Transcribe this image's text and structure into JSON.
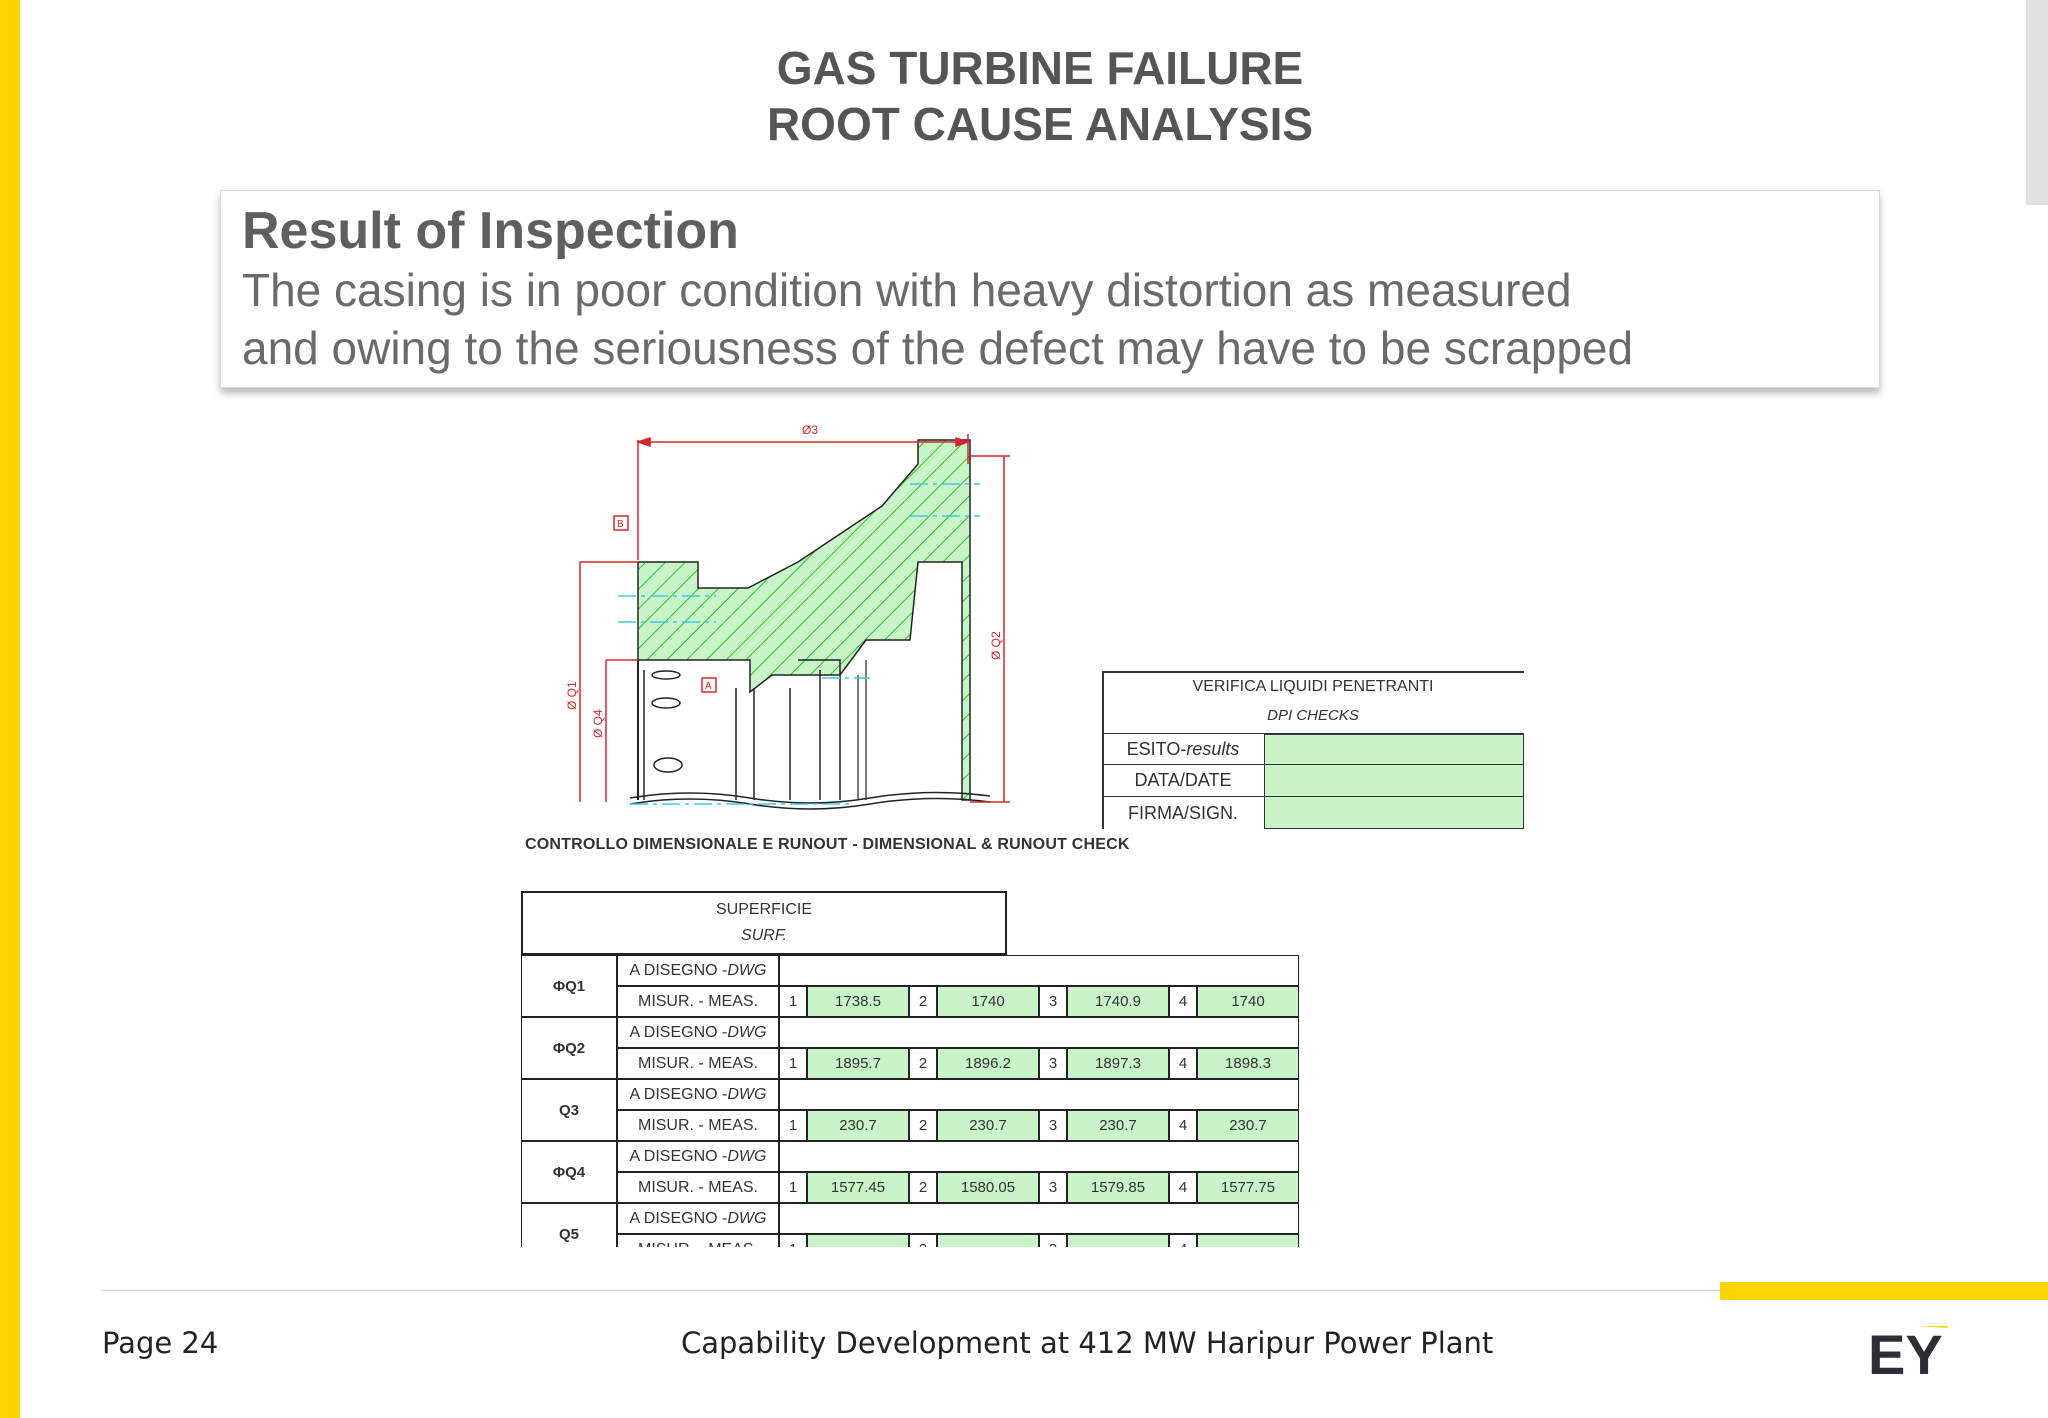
{
  "header": {
    "title_line1": "GAS TURBINE FAILURE",
    "title_line2": "ROOT CAUSE ANALYSIS"
  },
  "inspection": {
    "heading": "Result of Inspection",
    "text_line1": "The casing is in poor condition with heavy distortion as measured",
    "text_line2": "and owing to the seriousness of the defect may have to be scrapped"
  },
  "drawing": {
    "dim_label_top": "Ø3",
    "dim_label_q1": "Ø Q1",
    "dim_label_q4": "Ø Q4",
    "dim_label_q2": "Ø Q2",
    "datum_a": "A",
    "datum_b": "B",
    "colors": {
      "dimension": "#d9262b",
      "hatch": "#2fbf2f",
      "hatch_fill": "#c8f5c8",
      "centerline": "#3ec7e8"
    }
  },
  "dpi_table": {
    "title": "VERIFICA LIQUIDI PENETRANTI",
    "subtitle": "DPI CHECKS",
    "rows": [
      {
        "label_main": "ESITO-",
        "label_sub": "results"
      },
      {
        "label_main": "DATA/DATE",
        "label_sub": ""
      },
      {
        "label_main": "FIRMA/SIGN.",
        "label_sub": ""
      }
    ]
  },
  "caption": "CONTROLLO DIMENSIONALE E RUNOUT - DIMENSIONAL & RUNOUT CHECK",
  "dim_table": {
    "surface_header": "SUPERFICIE",
    "surface_sub": "SURF.",
    "dwg_label": "A DISEGNO - ",
    "dwg_label_it": "DWG",
    "meas_label": "MISUR. - MEAS.",
    "rows": [
      {
        "name": "ΦQ1",
        "meas": [
          "1738.5",
          "1740",
          "1740.9",
          "1740"
        ]
      },
      {
        "name": "ΦQ2",
        "meas": [
          "1895.7",
          "1896.2",
          "1897.3",
          "1898.3"
        ]
      },
      {
        "name": "Q3",
        "meas": [
          "230.7",
          "230.7",
          "230.7",
          "230.7"
        ]
      },
      {
        "name": "ΦQ4",
        "meas": [
          "1577.45",
          "1580.05",
          "1579.85",
          "1577.75"
        ]
      },
      {
        "name": "Q5",
        "meas": [
          "",
          "",
          "",
          ""
        ]
      }
    ],
    "indices": [
      "1",
      "2",
      "3",
      "4"
    ],
    "colors": {
      "cell_fill": "#c9f3c9",
      "border": "#222222"
    }
  },
  "footer": {
    "page": "Page 24",
    "center_text": "Capability Development at 412 MW Haripur Power Plant",
    "logo_text": "EY",
    "accent": "#FFD400"
  }
}
